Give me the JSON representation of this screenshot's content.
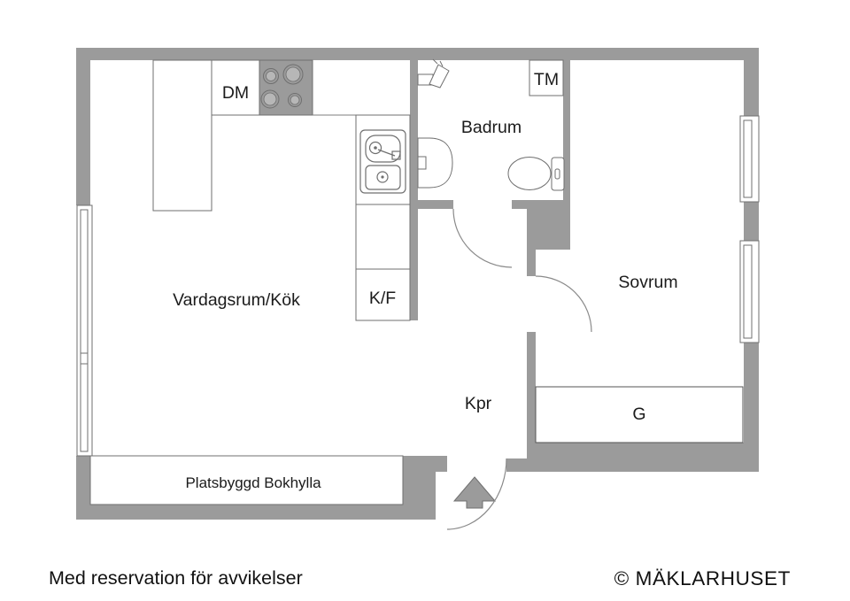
{
  "floor_plan": {
    "rooms": {
      "living_kitchen": {
        "label": "Vardagsrum/Kök"
      },
      "bathroom": {
        "label": "Badrum"
      },
      "bedroom": {
        "label": "Sovrum"
      },
      "hallway": {
        "label": "Kpr"
      }
    },
    "fixtures": {
      "dishwasher": {
        "label": "DM"
      },
      "washing_machine": {
        "label": "TM"
      },
      "fridge_freezer": {
        "label": "K/F"
      },
      "wardrobe": {
        "label": "G"
      },
      "bookshelf": {
        "label": "Platsbyggd Bokhylla"
      }
    },
    "icons": {
      "stove": "stove-burners-icon",
      "kitchen_sink": "kitchen-sink-icon",
      "washbasin": "washbasin-icon",
      "toilet": "toilet-icon",
      "hand_shower": "hand-shower-icon",
      "entrance_arrow": "entrance-arrow-icon",
      "window": "window-symbol",
      "door": "door-swing-arc"
    },
    "colors": {
      "wall": "#9b9b9b",
      "outline": "#6f6f6f",
      "text": "#1b1b1b",
      "background": "#ffffff"
    }
  },
  "footer": {
    "disclaimer": "Med reservation för avvikelser",
    "credit": "© MÄKLARHUSET"
  }
}
